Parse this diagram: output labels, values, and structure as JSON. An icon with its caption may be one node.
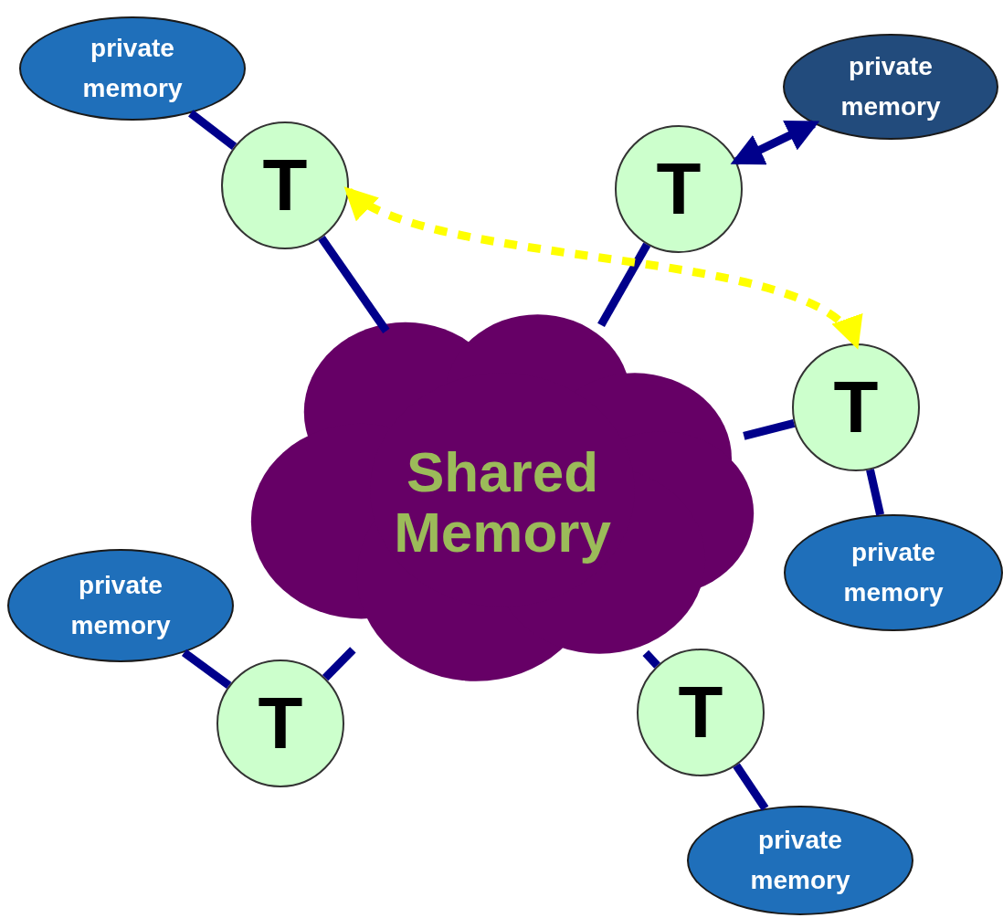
{
  "diagram": {
    "nodes": [
      {
        "text": [
          "Shared Memory"
        ]
      },
      {
        "text": [
          "private memory"
        ]
      },
      {
        "text": [
          "T"
        ]
      },
      {
        "text": [
          "private memory"
        ]
      },
      {
        "text": [
          "T"
        ]
      },
      {
        "text": [
          "T"
        ]
      },
      {
        "text": [
          "private memory"
        ]
      },
      {
        "text": [
          "private memory"
        ]
      },
      {
        "text": [
          "T"
        ]
      },
      {
        "text": [
          "T"
        ]
      },
      {
        "text": [
          "private memory"
        ]
      }
    ],
    "edges": [
      {
        "from": 1,
        "to": 2,
        "arrow": "none"
      },
      {
        "from": 2,
        "to": 0,
        "arrow": "none"
      },
      {
        "from": 4,
        "to": 0,
        "arrow": "none"
      },
      {
        "from": 4,
        "to": 3,
        "arrow": "both"
      },
      {
        "from": 5,
        "to": 0,
        "arrow": "none"
      },
      {
        "from": 5,
        "to": 6,
        "arrow": "none"
      },
      {
        "from": 7,
        "to": 8,
        "arrow": "none"
      },
      {
        "from": 8,
        "to": 0,
        "arrow": "none"
      },
      {
        "from": 9,
        "to": 0,
        "arrow": "none"
      },
      {
        "from": 9,
        "to": 10,
        "arrow": "none"
      },
      {
        "from": 2,
        "to": 5,
        "arrow": "both",
        "style": "dashed",
        "color": "#ffff00"
      }
    ]
  }
}
